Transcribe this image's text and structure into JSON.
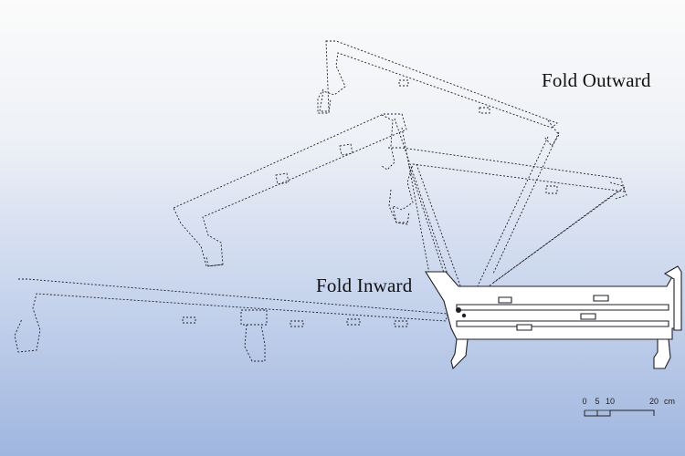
{
  "labels": {
    "fold_outward": "Fold Outward",
    "fold_inward": "Fold Inward"
  },
  "scale": {
    "ticks": [
      "0",
      "5",
      "10",
      "20"
    ],
    "unit": "cm"
  },
  "colors": {
    "ink": "#1f1f2a",
    "bed_fill": "#ffffff"
  }
}
